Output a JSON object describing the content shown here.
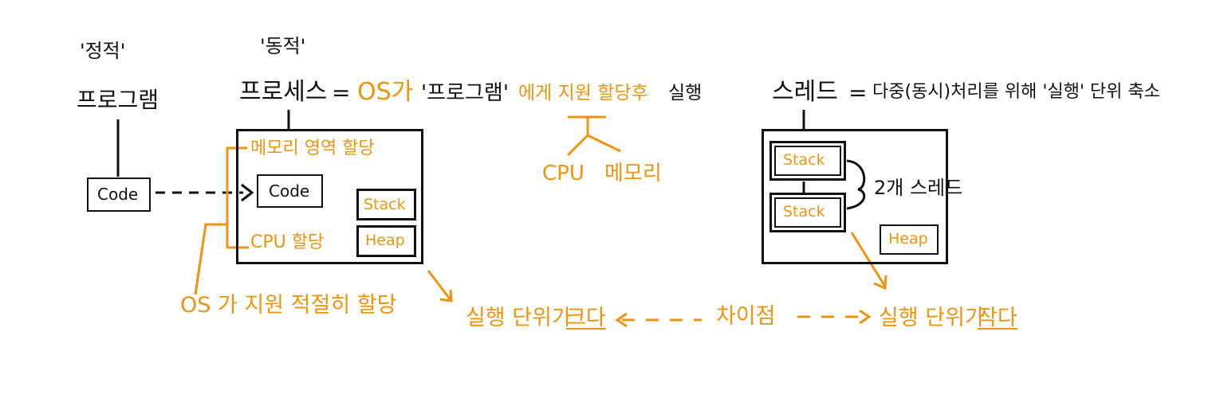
{
  "colors": {
    "ink": "#111111",
    "accent": "#f0930f"
  },
  "static": {
    "tag": "'정적'",
    "title": "프로그램",
    "code": "Code"
  },
  "process": {
    "tag": "'동적'",
    "title": "프로세스",
    "eq": "=",
    "def_os": "OS가",
    "def_prog": "'프로그램'",
    "def_rest": "에게 지원 할당후",
    "def_run": "실행",
    "res_cpu": "CPU",
    "res_mem": "메모리",
    "mem_alloc": "메모리 영역 할당",
    "code": "Code",
    "stack": "Stack",
    "heap": "Heap",
    "cpu_alloc": "CPU 할당",
    "os_note": "OS 가 지원 적절히 할당"
  },
  "thread": {
    "title": "스레드",
    "eq": "=",
    "def": "다중(동시)처리를 위해 '실행' 단위 축소",
    "stack1": "Stack",
    "stack2": "Stack",
    "heap": "Heap",
    "count": "2개 스레드"
  },
  "compare": {
    "left_prefix": "실행 단위가",
    "left_key": "크다",
    "middle": "차이점",
    "right_prefix": "실행 단위가",
    "right_key": "작다"
  }
}
